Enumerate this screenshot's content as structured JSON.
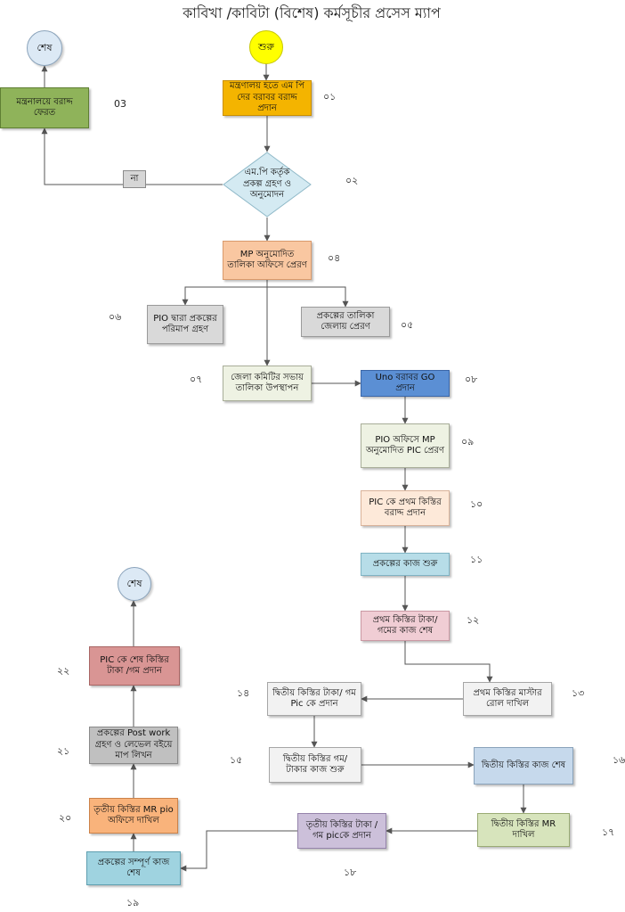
{
  "title": "কাবিখা /কাবিটা (বিশেষ) কর্মসূচীর প্রসেস ম্যাপ",
  "colors": {
    "start_fill": "#ffff00",
    "end_fill": "#dce9f5",
    "line": "#555555"
  },
  "nodes": [
    {
      "id": "start",
      "shape": "circle",
      "label": "শুরু",
      "fill": "#ffff00",
      "border": "#c8c800"
    },
    {
      "id": "n01",
      "shape": "box",
      "label": "মন্ত্রণালয় হতে এম পি দের বরাবর বরাদ্দ প্রদান",
      "fill": "#f4b400",
      "border": "#c98f00"
    },
    {
      "id": "n02",
      "shape": "diamond",
      "label": "এম.পি কর্তৃক প্রকল্প গ্রহণ ও অনুমোদন",
      "fill": "#d4eaf2",
      "border": "#8fb9c8"
    },
    {
      "id": "n03",
      "shape": "box",
      "label": "মন্ত্রনালয়ে বরাদ্দ ফেরত",
      "fill": "#8fb35a",
      "border": "#5f7f33"
    },
    {
      "id": "end1",
      "shape": "circle",
      "label": "শেষ",
      "fill": "#dce9f5",
      "border": "#8aa3bb"
    },
    {
      "id": "n04",
      "shape": "box",
      "label": "MP অনুমোদিত তালিকা অফিসে প্রেরণ",
      "fill": "#f9c7a1",
      "border": "#d99a6c"
    },
    {
      "id": "n05",
      "shape": "box",
      "label": "প্রকল্পের তালিকা জেলায় প্রেরণ",
      "fill": "#d9d9d9",
      "border": "#9a9a9a"
    },
    {
      "id": "n06",
      "shape": "box",
      "label": "PIO দ্বারা প্রকল্পের পরিমাপ গ্রহণ",
      "fill": "#d9d9d9",
      "border": "#9a9a9a"
    },
    {
      "id": "n07",
      "shape": "box",
      "label": "জেলা কমিটির সভায় তালিকা উপস্থাপন",
      "fill": "#eef2e3",
      "border": "#a8ad98"
    },
    {
      "id": "n08",
      "shape": "box",
      "label": "Uno বরাবর GO প্রদান",
      "fill": "#5b8fd4",
      "border": "#3a66a8"
    },
    {
      "id": "n09",
      "shape": "box",
      "label": "PIO অফিসে MP অনুমোদিত PIC প্রেরণ",
      "fill": "#eef2e3",
      "border": "#a8ad98"
    },
    {
      "id": "n10",
      "shape": "box",
      "label": "PIC কে প্রথম কিস্তির বরাদ্দ প্রদান",
      "fill": "#fde9d9",
      "border": "#d9b39a"
    },
    {
      "id": "n11",
      "shape": "box",
      "label": "প্রকল্পের কাজ শুরু",
      "fill": "#b7dde8",
      "border": "#7fb3c3"
    },
    {
      "id": "n12",
      "shape": "box",
      "label": "প্রথম কিস্তির টাকা/ গমের কাজ শেষ",
      "fill": "#f0cdd4",
      "border": "#c999a3"
    },
    {
      "id": "n13",
      "shape": "box",
      "label": "প্রথম কিস্তির মাস্টার রোল দাখিল",
      "fill": "#f2f2f2",
      "border": "#a6a6a6"
    },
    {
      "id": "n14",
      "shape": "box",
      "label": "দ্বিতীয় কিস্তির টাকা/ গম Pic কে প্রদান",
      "fill": "#f2f2f2",
      "border": "#a6a6a6"
    },
    {
      "id": "n15",
      "shape": "box",
      "label": "দ্বিতীয় কিস্তির গম/টাকার কাজ শুরু",
      "fill": "#f2f2f2",
      "border": "#a6a6a6"
    },
    {
      "id": "n16",
      "shape": "box",
      "label": "দ্বিতীয় কিস্তির কাজ শেষ",
      "fill": "#c6d9ec",
      "border": "#8aa3bb"
    },
    {
      "id": "n17",
      "shape": "box",
      "label": "দ্বিতীয় কিস্তির MR দাখিল",
      "fill": "#d7e4bc",
      "border": "#9aab74"
    },
    {
      "id": "n18",
      "shape": "box",
      "label": "তৃতীয় কিস্তির টাকা /গম picকে প্রদান",
      "fill": "#ccc0da",
      "border": "#9583ab"
    },
    {
      "id": "n19",
      "shape": "box",
      "label": "প্রকল্পের সম্পূর্ণ কাজ শেষ",
      "fill": "#9fd3e0",
      "border": "#5f9fb0"
    },
    {
      "id": "n20",
      "shape": "box",
      "label": "তৃতীয় কিস্তির MR pio অফিসে দাখিল",
      "fill": "#f9b37b",
      "border": "#cc8249"
    },
    {
      "id": "n21",
      "shape": "box",
      "label": "প্রকল্পের Post work গ্রহণ ও লেভেল বইয়ে মাপ লিখন",
      "fill": "#c0c0c0",
      "border": "#8a8a8a"
    },
    {
      "id": "n22",
      "shape": "box",
      "label": "PIC কে শেষ কিস্তির টাকা /গম প্রদান",
      "fill": "#d99594",
      "border": "#a86564"
    },
    {
      "id": "end2",
      "shape": "circle",
      "label": "শেষ",
      "fill": "#dce9f5",
      "border": "#8aa3bb"
    }
  ],
  "step_numbers": {
    "n01": "০১",
    "n02": "০২",
    "n03": "03",
    "n04": "০৪",
    "n05": "০৫",
    "n06": "০৬",
    "n07": "০৭",
    "n08": "০৮",
    "n09": "০৯",
    "n10": "১০",
    "n11": "১১",
    "n12": "১২",
    "n13": "১৩",
    "n14": "১৪",
    "n15": "১৫",
    "n16": "১৬",
    "n17": "১৭",
    "n18": "১৮",
    "n19": "১৯",
    "n20": "২০",
    "n21": "২১",
    "n22": "২২"
  },
  "no_label": "না"
}
